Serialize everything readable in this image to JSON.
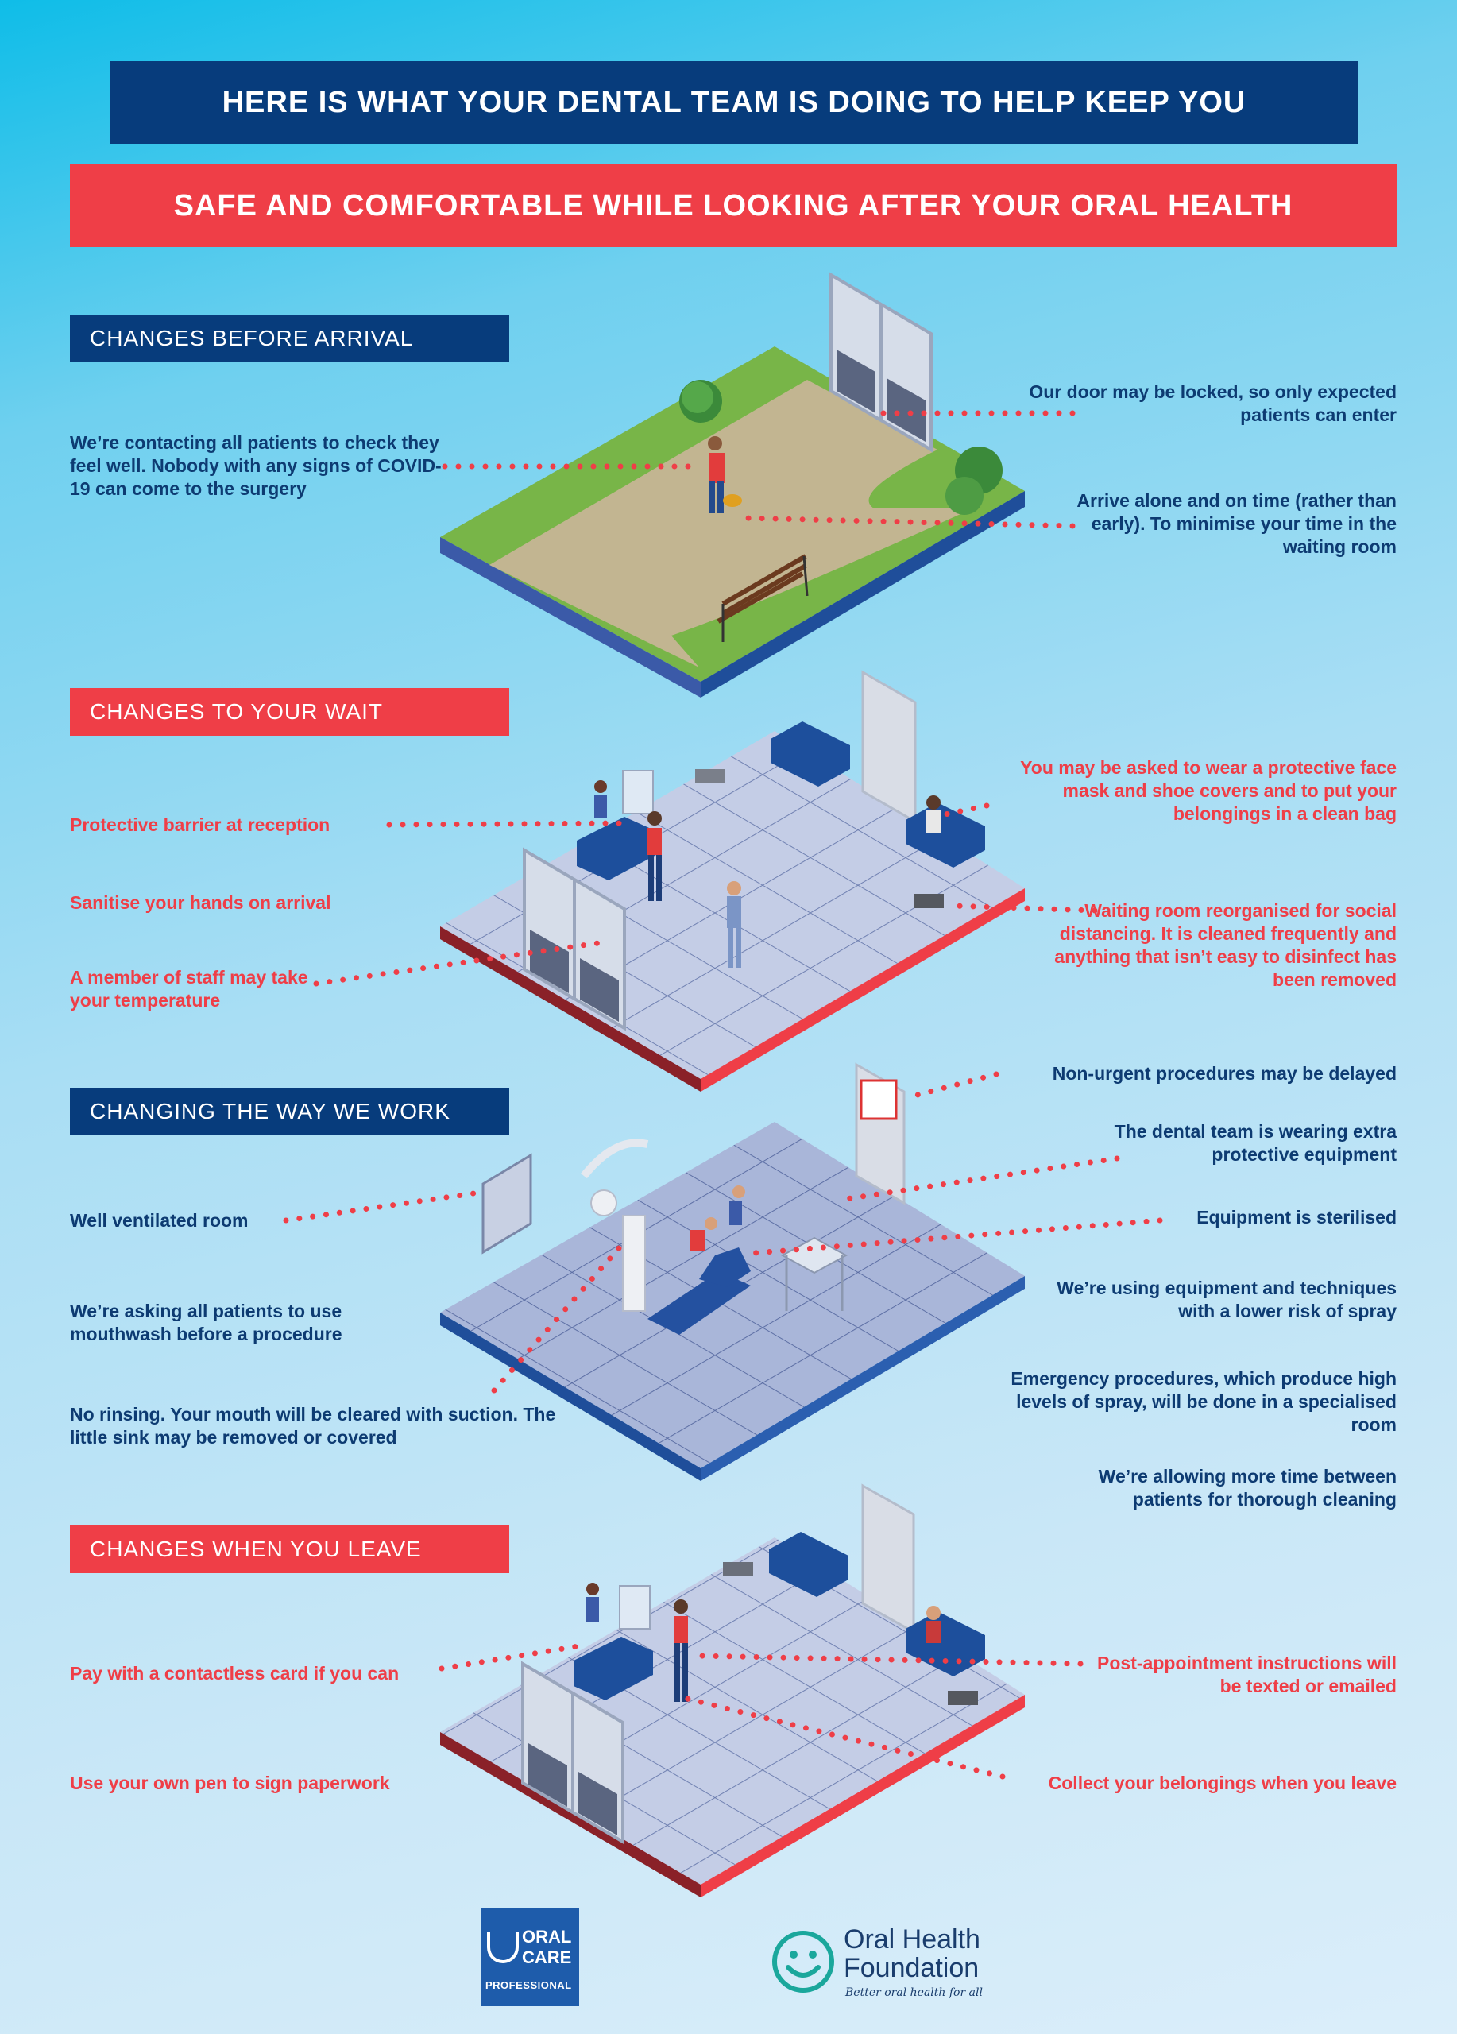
{
  "banners": {
    "line1": "HERE IS WHAT YOUR DENTAL TEAM IS DOING TO HELP KEEP YOU",
    "line2": "SAFE AND COMFORTABLE WHILE LOOKING AFTER YOUR ORAL HEALTH"
  },
  "sections": {
    "arrival": {
      "title": "CHANGES BEFORE ARRIVAL",
      "contacting": "We’re contacting all patients to check they feel well. Nobody with any signs of COVID-19 can come to the surgery",
      "door": "Our door may be locked, so only expected patients can enter",
      "alone": "Arrive alone and on time (rather than early). To minimise your time in the waiting room"
    },
    "wait": {
      "title": "CHANGES TO YOUR WAIT",
      "barrier": "Protective barrier at reception",
      "sanitise": "Sanitise your hands on arrival",
      "temperature": "A member of staff may take your temperature",
      "mask": "You may be asked to wear a protective face mask and shoe covers and to put your belongings in a clean bag",
      "reorganised": "Waiting room reorganised for social distancing. It is cleaned frequently and anything that isn’t easy to disinfect has been removed"
    },
    "work": {
      "title": "CHANGING THE WAY WE WORK",
      "delayed": "Non-urgent procedures may be delayed",
      "equipment": "The dental team is wearing extra protective equipment",
      "sterilised": "Equipment is sterilised",
      "spray": "We’re using equipment and techniques with a lower risk of spray",
      "emergency": "Emergency procedures, which produce high levels of spray, will be done in a specialised room",
      "time": "We’re allowing more time between patients for thorough cleaning",
      "ventilated": "Well ventilated room",
      "mouthwash": "We’re asking all patients to use mouthwash before a procedure",
      "rinsing": "No rinsing. Your mouth will be cleared with suction. The little sink may be removed or covered"
    },
    "leave": {
      "title": "CHANGES WHEN YOU LEAVE",
      "pay": "Pay with a contactless card if you can",
      "pen": "Use your own pen to sign paperwork",
      "instructions": "Post-appointment instructions will be texted or emailed",
      "belongings": "Collect your belongings when you leave"
    }
  },
  "logos": {
    "ucp": {
      "line1": "ORAL",
      "line2": "CARE",
      "line3": "PROFESSIONAL"
    },
    "ohf": {
      "line1": "Oral Health",
      "line2": "Foundation",
      "tagline": "Better oral health for all"
    }
  },
  "colors": {
    "navy": "#073c7c",
    "red": "#ef3e47",
    "text_navy": "#0d3b72"
  }
}
